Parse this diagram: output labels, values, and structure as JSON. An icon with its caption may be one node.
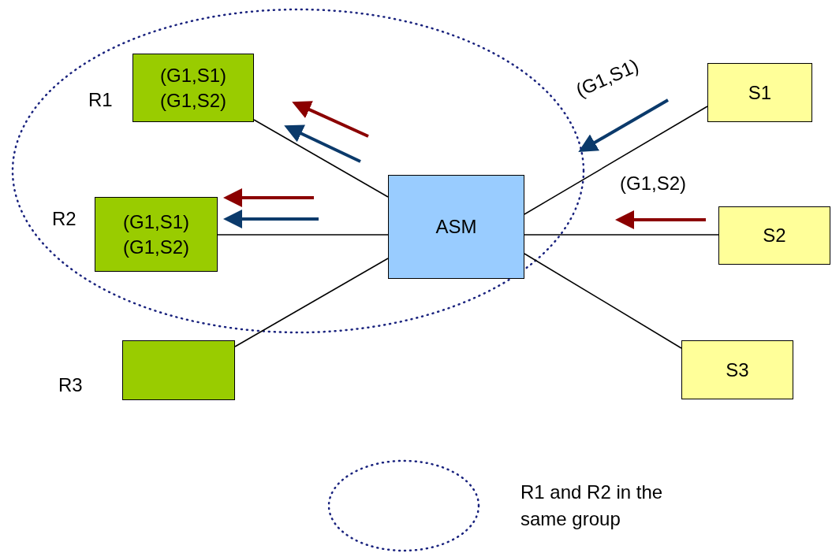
{
  "diagram": {
    "nodes": [
      {
        "text": [
          "(G1,S1)",
          "(G1,S2)"
        ],
        "beside": [
          "R1"
        ]
      },
      {
        "text": [
          "(G1,S1)",
          "(G1,S2)"
        ],
        "beside": [
          "R2"
        ]
      },
      {
        "text": [],
        "shape": "box",
        "beside": [
          "R3"
        ]
      },
      {
        "text": [
          "ASM"
        ]
      },
      {
        "text": [
          "S1"
        ]
      },
      {
        "text": [
          "S2"
        ]
      },
      {
        "text": [
          "S3"
        ]
      }
    ],
    "edges": [
      {
        "from": 0,
        "to": 3,
        "arrow": "none"
      },
      {
        "from": 1,
        "to": 3,
        "arrow": "none"
      },
      {
        "from": 2,
        "to": 3,
        "arrow": "none"
      },
      {
        "from": 3,
        "to": 4,
        "arrow": "none"
      },
      {
        "from": 3,
        "to": 5,
        "arrow": "none"
      },
      {
        "from": 3,
        "to": 6,
        "arrow": "none"
      }
    ],
    "labels": [
      "(G1,S1)",
      "(G1,S2)"
    ],
    "legend": [
      {
        "text": "R1 and R2 in the same group"
      }
    ]
  }
}
